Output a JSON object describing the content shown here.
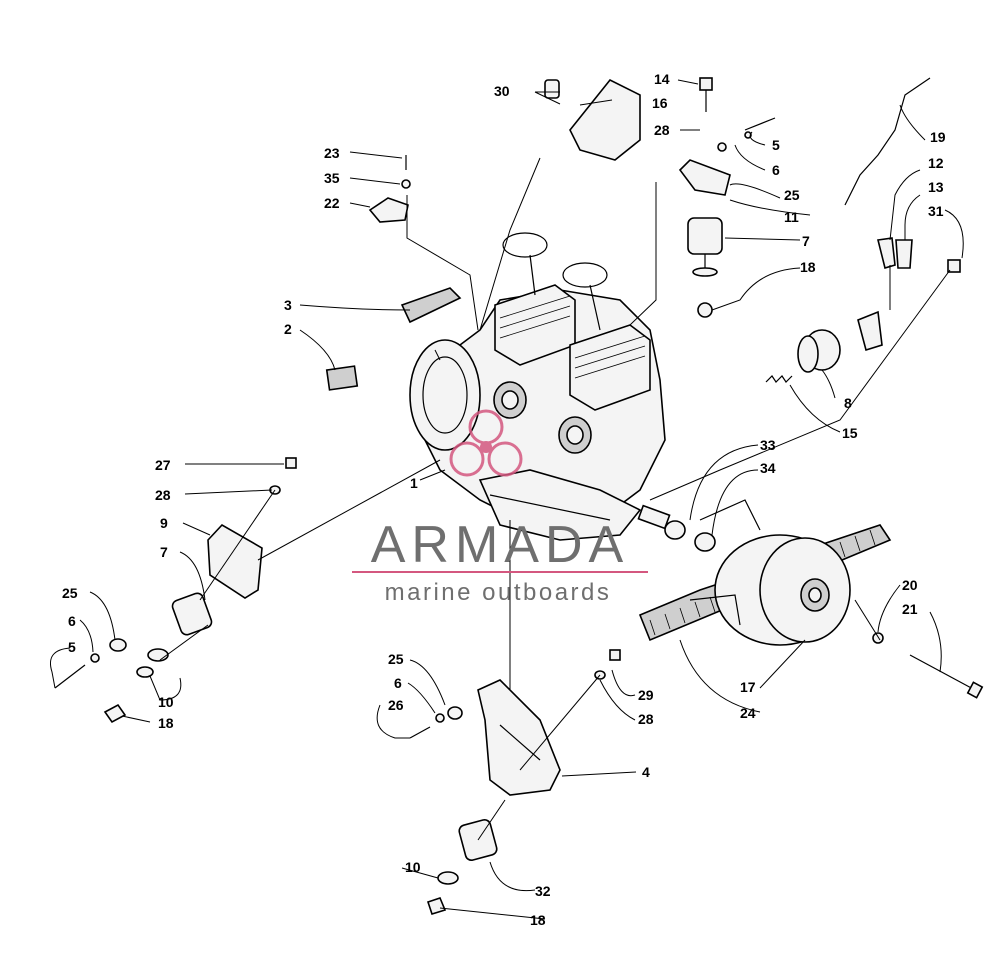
{
  "watermark": {
    "brand": "ARMADA",
    "tagline": "marine outboards",
    "colors": {
      "text": "#6f6f6f",
      "accent": "#d4577f"
    },
    "icon": "propeller-logo-icon"
  },
  "callouts": {
    "c1": "1",
    "c2": "2",
    "c3": "3",
    "c4": "4",
    "c5a": "5",
    "c5b": "5",
    "c6a": "6",
    "c6b": "6",
    "c6c": "6",
    "c7a": "7",
    "c7b": "7",
    "c8": "8",
    "c9": "9",
    "c10a": "10",
    "c10b": "10",
    "c11": "11",
    "c12": "12",
    "c13": "13",
    "c14": "14",
    "c15": "15",
    "c16": "16",
    "c17": "17",
    "c18a": "18",
    "c18b": "18",
    "c18c": "18",
    "c19": "19",
    "c20": "20",
    "c21": "21",
    "c22": "22",
    "c23": "23",
    "c24": "24",
    "c25a": "25",
    "c25b": "25",
    "c25c": "25",
    "c26": "26",
    "c27": "27",
    "c28a": "28",
    "c28b": "28",
    "c28c": "28",
    "c29": "29",
    "c30": "30",
    "c31": "31",
    "c32": "32",
    "c33": "33",
    "c34": "34",
    "c35": "35"
  }
}
